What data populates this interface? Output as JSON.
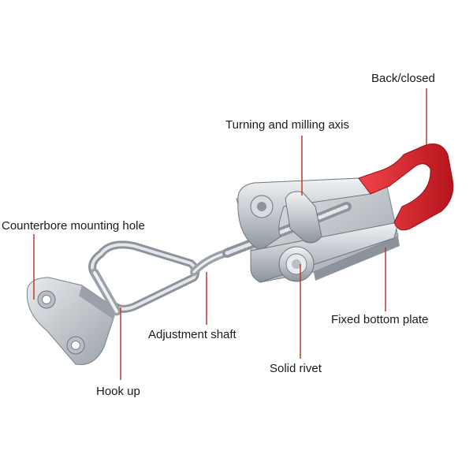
{
  "labels": {
    "back_closed": "Back/closed",
    "turning_axis": "Turning and milling axis",
    "counterbore": "Counterbore mounting hole",
    "adjustment_shaft": "Adjustment shaft",
    "fixed_plate": "Fixed bottom plate",
    "solid_rivet": "Solid rivet",
    "hook_up": "Hook up"
  },
  "colors": {
    "leader_line": "#c0392b",
    "handle_grip": "#e0242c",
    "steel": "#c8cdd3"
  }
}
